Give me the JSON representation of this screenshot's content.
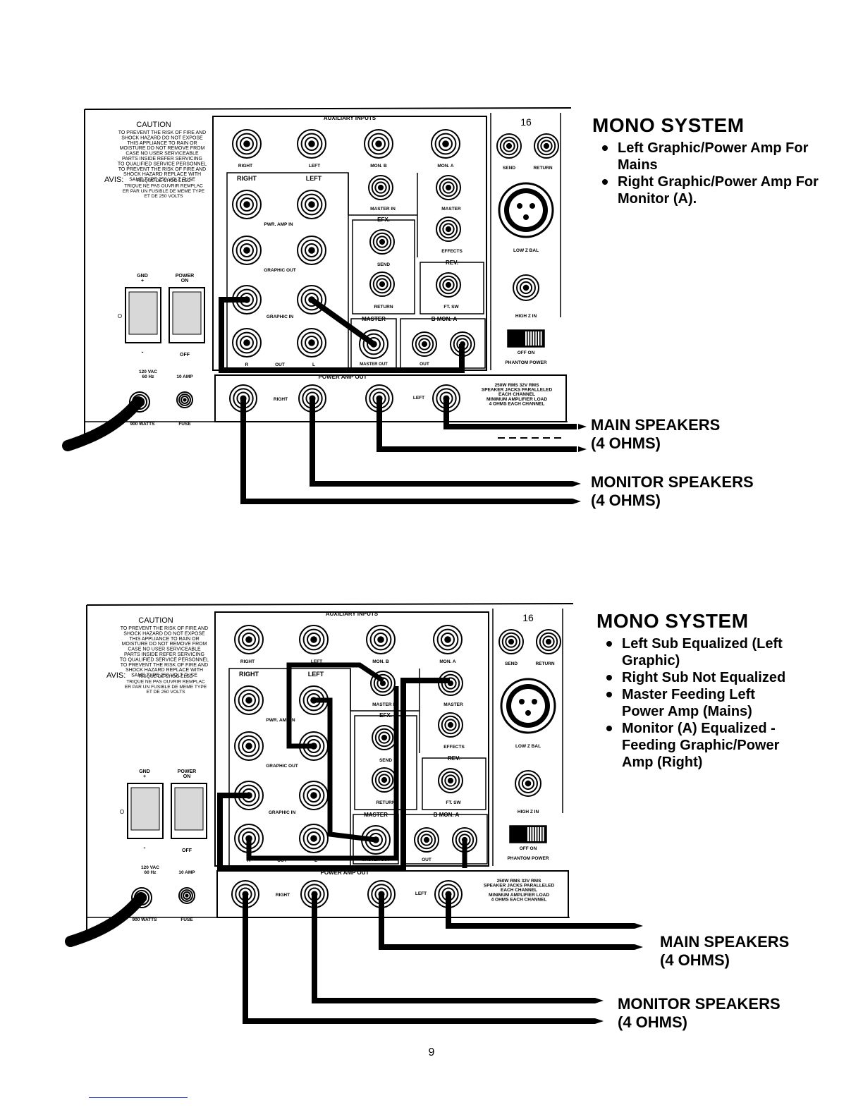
{
  "panel": {
    "caution_title": "CAUTION",
    "caution_lines": [
      "TO PREVENT THE RISK OF FIRE AND",
      "SHOCK HAZARD DO NOT EXPOSE",
      "THIS APPLIANCE TO RAIN OR",
      "MOISTURE DO NOT REMOVE FROM",
      "CASE NO USER SERVICEABLE",
      "PARTS INSIDE REFER SERVICING",
      "TO QUALIFIED SERVICE PERSONNEL",
      "TO PREVENT THE RISK OF FIRE AND",
      "SHOCK HAZARD REPLACE WITH",
      "SAME TYPE 250 VOLT FUSE"
    ],
    "avis_title": "AVIS:",
    "avis_lines": [
      "RISQUE DE CHOC ELEC",
      "TRIQUE NE PAS OUVRIR REMPLAC",
      "ER PAR UN FUSIBLE DE MEME TYPE",
      "ET DE 250 VOLTS"
    ],
    "gnd": "GND",
    "gnd_plus": "+",
    "gnd_minus": "-",
    "switch_o": "O",
    "power_on": "POWER ON",
    "off": "OFF",
    "vac": "120 VAC 60 Hz",
    "amp10": "10 AMP",
    "watts": "900 WATTS",
    "fuse": "FUSE",
    "aux_inputs": "AUXILIARY INPUTS",
    "right": "RIGHT",
    "left": "LEFT",
    "mon_b": "MON. B",
    "mon_a": "MON. A",
    "right_hdr": "RIGHT",
    "left_hdr": "LEFT",
    "pwr_amp_in": "PWR. AMP IN",
    "graphic_out": "GRAPHIC OUT",
    "graphic_in": "GRAPHIC IN",
    "r": "R",
    "out": "OUT",
    "l": "L",
    "master_in": "MASTER IN",
    "master": "MASTER",
    "efx": "EFX.",
    "send": "SEND",
    "return": "RETURN",
    "effects": "EFFECTS",
    "rev": "REV.",
    "ft_sw": "FT. SW",
    "master_hdr": "MASTER",
    "master_out": "MASTER OUT",
    "b_mon_a": "B  MON.  A",
    "mon_out": "OUT",
    "num16": "16",
    "send2": "SEND",
    "return2": "RETURN",
    "low_z": "LOW Z BAL",
    "high_z": "HIGH Z IN",
    "off_on": "OFF  ON",
    "phantom": "PHANTOM POWER",
    "power_amp_out": "POWER AMP OUT",
    "out_right": "RIGHT",
    "out_left": "LEFT",
    "spec_lines": [
      "250W RMS 32V RMS",
      "SPEAKER JACKS PARALLELED",
      "EACH CHANNEL",
      "MINIMUM AMPLIFIER LOAD",
      "4 OHMS EACH CHANNEL"
    ]
  },
  "diagram1": {
    "title": "MONO SYSTEM",
    "bullets": [
      "Left Graphic/Power Amp For Mains",
      "Right Graphic/Power Amp For Monitor (A)."
    ],
    "main_speakers": "MAIN SPEAKERS",
    "main_ohms": "(4 OHMS)",
    "monitor_speakers": "MONITOR SPEAKERS",
    "monitor_ohms": "(4 OHMS)"
  },
  "diagram2": {
    "title": "MONO SYSTEM",
    "bullets": [
      "Left Sub Equalized (Left Graphic)",
      "Right Sub Not Equalized",
      "Master Feeding Left Power Amp (Mains)",
      "Monitor (A) Equalized - Feeding Graphic/Power Amp (Right)"
    ],
    "main_speakers": "MAIN SPEAKERS",
    "main_ohms": "(4 OHMS)",
    "monitor_speakers": "MONITOR SPEAKERS",
    "monitor_ohms": "(4 OHMS)"
  },
  "page_number": "9"
}
